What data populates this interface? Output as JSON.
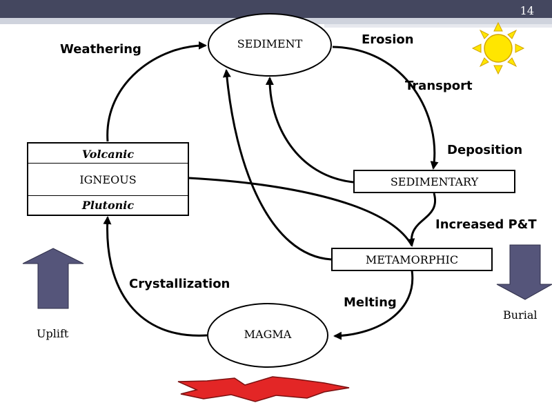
{
  "slide": {
    "page_number": "14"
  },
  "nodes": {
    "sediment": "SEDIMENT",
    "sedimentary": "SEDIMENTARY",
    "metamorphic": "METAMORPHIC",
    "magma": "MAGMA",
    "igneous": {
      "top": "Volcanic",
      "middle": "IGNEOUS",
      "bottom": "Plutonic"
    }
  },
  "processes": {
    "weathering": "Weathering",
    "erosion": "Erosion",
    "transport": "Transport",
    "deposition": "Deposition",
    "increased_pt": "Increased P&T",
    "melting": "Melting",
    "crystallization": "Crystallization"
  },
  "side_labels": {
    "uplift": "Uplift",
    "burial": "Burial"
  },
  "colors": {
    "topbar_dark": "#44475f",
    "topbar_light": "#cfd3dd",
    "arrow_fill": "#55557a",
    "sun": "#ffe600",
    "heat_fill": "#e32626",
    "heat_stroke": "#7a1010"
  },
  "icons": [
    "sun-icon",
    "heat-burst-icon",
    "uplift-arrow-icon",
    "burial-arrow-icon"
  ]
}
